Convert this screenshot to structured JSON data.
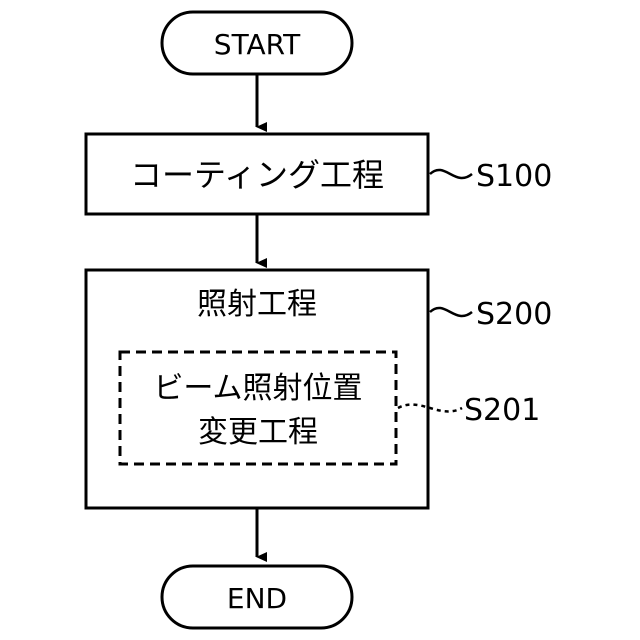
{
  "flowchart": {
    "start": {
      "label": "START"
    },
    "end": {
      "label": "END"
    },
    "steps": [
      {
        "label": "コーティング工程",
        "ref": "S100"
      },
      {
        "label": "照射工程",
        "ref": "S200"
      },
      {
        "label_line1": "ビーム照射位置",
        "label_line2": "変更工程",
        "ref": "S201",
        "style": "dashed",
        "parent": "S200"
      }
    ]
  }
}
